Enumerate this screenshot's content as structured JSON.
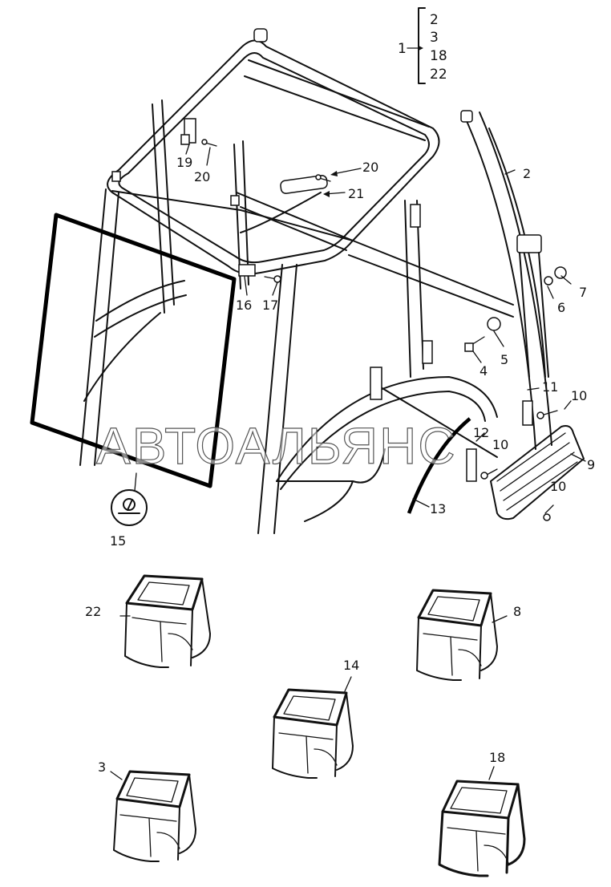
{
  "watermark": "АВТОАЛЬЯНС",
  "group": {
    "parent": "1",
    "members": [
      "2",
      "3",
      "18",
      "22"
    ]
  },
  "callouts": {
    "p2": "2",
    "p4": "4",
    "p5": "5",
    "p6": "6",
    "p7": "7",
    "p9": "9",
    "p10a": "10",
    "p10b": "10",
    "p10c": "10",
    "p11": "11",
    "p12": "12",
    "p13": "13",
    "p15": "15",
    "p16": "16",
    "p17": "17",
    "p19": "19",
    "p20a": "20",
    "p20b": "20",
    "p21": "21",
    "v22": "22",
    "v8": "8",
    "v14": "14",
    "v3": "3",
    "v18": "18"
  }
}
